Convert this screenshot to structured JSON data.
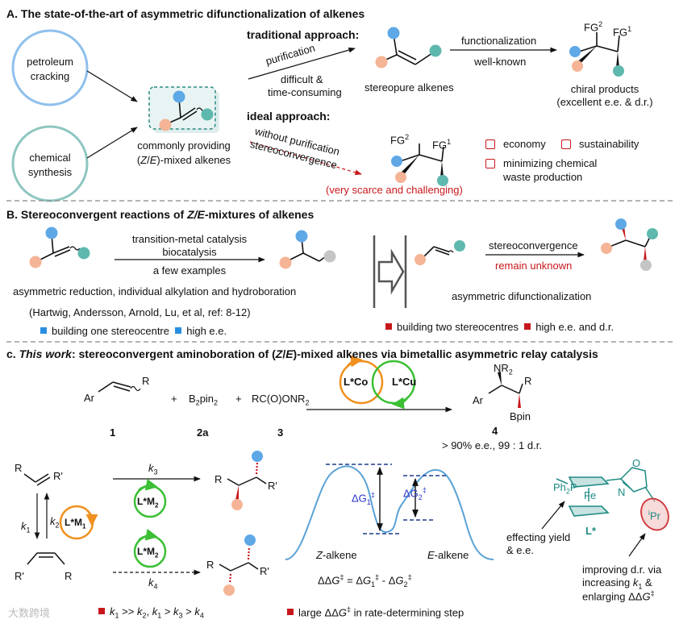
{
  "sectionA": {
    "title": "A. The state-of-the-art of asymmetric difunctionalization of alkenes",
    "petroleum": [
      "petroleum",
      "cracking"
    ],
    "chemical": [
      "chemical",
      "synthesis"
    ],
    "mixed_caption": [
      "commonly providing",
      "(Z/E)-mixed alkenes"
    ],
    "traditional": "traditional approach:",
    "purification": "purification",
    "difficult": [
      "difficult &",
      "time-consuming"
    ],
    "stereopure": "stereopure alkenes",
    "functionalization": "functionalization",
    "well_known": "well-known",
    "chiral": [
      "chiral products",
      "(excellent e.e. & d.r.)"
    ],
    "ideal": "ideal approach:",
    "without": "without purification",
    "stereoconv": "stereoconvergence",
    "scarce": "(very scarce and challenging)",
    "benefits": [
      "economy",
      "sustainability",
      "minimizing chemical",
      "waste production"
    ],
    "fg2": "FG2",
    "fg1": "FG1"
  },
  "sectionB": {
    "title": "B. Stereoconvergent reactions of Z/E-mixtures of alkenes",
    "tm": "transition-metal catalysis",
    "bio": "biocatalysis",
    "few": "a few examples",
    "reactions": "asymmetric reduction,  individual alkylation and hydroboration",
    "refs": "(Hartwig, Andersson, Arnold, Lu, et al, ref: 8-12)",
    "legend_left": [
      "building one stereocentre",
      "high e.e."
    ],
    "stereoconv": "stereoconvergence",
    "unknown": "remain unknown",
    "difunc": "asymmetric difunctionalization",
    "legend_right": [
      "building two stereocentres",
      "high  e.e. and d.r."
    ]
  },
  "sectionC": {
    "title_prefix": "c. ",
    "title_italic": "This work",
    "title_rest": ": stereoconvergent aminoboration of (Z/E)-mixed alkenes via bimetallic asymmetric relay catalysis",
    "ar": "Ar",
    "r": "R",
    "plus1": "+",
    "b2pin2": "B2pin2",
    "plus2": "+",
    "reagent3": "RC(O)ONR2",
    "cat_co": "L*Co",
    "cat_cu": "L*Cu",
    "nr2": "NR2",
    "bpin": "Bpin",
    "labels": [
      "1",
      "2a",
      "3",
      "4"
    ],
    "result": "> 90% e.e., 99 : 1 d.r.",
    "k3": "k3",
    "k4": "k4",
    "k1": "k1",
    "k2": "k2",
    "lm1": "L*M1",
    "lm2": "L*M2",
    "rprime": "R'",
    "z_alkene": "Z-alkene",
    "e_alkene": "E-alkene",
    "dg1": "ΔG1‡",
    "dg2": "ΔG2‡",
    "ddg": "ΔΔG‡ = ΔG1‡ - ΔG2‡",
    "legend_k": "k1 >> k2, k1 > k3 > k4",
    "legend_g": "large ΔΔG‡ in rate-determining step",
    "ph2p": "Ph2P",
    "fe": "Fe",
    "ligand": "L*",
    "ipr": "iPr",
    "o": "O",
    "n": "N",
    "effect": [
      "effecting yield",
      "& e.e."
    ],
    "improve": [
      "improving d.r. via",
      "increasing k1 &",
      "enlarging ΔΔG‡"
    ]
  },
  "watermark": "大数跨境",
  "colors": {
    "blue_ball": "#5fa8e6",
    "peach_ball": "#f5b496",
    "teal_ball": "#5fb8ae",
    "gray_ball": "#c5c5c5",
    "red": "#c8171c",
    "orange": "#f0901e",
    "green": "#3bbf34",
    "curve": "#5aa2d6"
  }
}
